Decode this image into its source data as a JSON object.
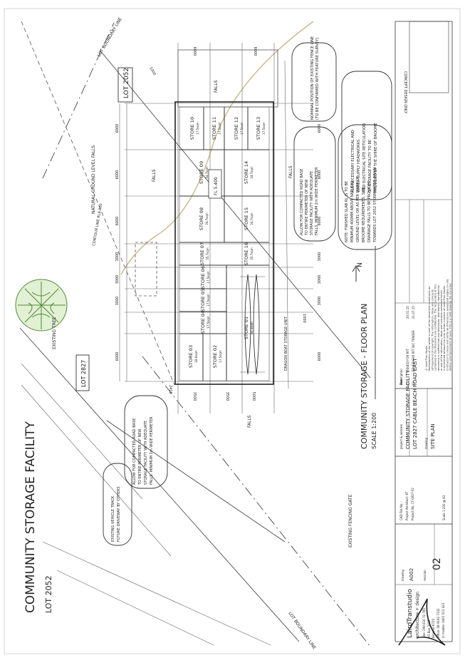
{
  "sheet": {
    "title": "COMMUNITY STORAGE FACILITY",
    "lot": "LOT 2052",
    "concept": "CONCEPT DESIGN ONLY"
  },
  "plan": {
    "title": "COMMUNITY STORAGE - FLOOR PLAN",
    "scale": "SCALE 1:200",
    "lot_2052": "LOT 2052",
    "lot_2827": "LOT 2827",
    "lot_boundary_1": "LOT BOUNDARY LINE",
    "lot_boundary_2": "LOT BOUNDARY LINE",
    "natural_ground": "NATURAL GROUND LEVEL FALLS",
    "contour": "CONTOUR LINE RL9.000",
    "existing_tree": "EXISTING TREE",
    "existing_gate": "EXISTING FENCING GATE",
    "dragon_boat": "DRAGON BOAT STORAGE UNIT",
    "falls": "FALLS",
    "fl": "FL 5.400",
    "north": "N"
  },
  "stores": [
    {
      "label": "STORE 10",
      "area": "17.5sqm"
    },
    {
      "label": "STORE 11",
      "area": "17.5sqm"
    },
    {
      "label": "STORE 12",
      "area": "17.5sqm"
    },
    {
      "label": "STORE 13",
      "area": "17.5sqm"
    },
    {
      "label": "STORE 09",
      "area": "34.7sqm"
    },
    {
      "label": "STORE 14",
      "area": "34.7sqm"
    },
    {
      "label": "STORE 08",
      "area": "34.7sqm"
    },
    {
      "label": "STORE 15",
      "area": "34.7sqm"
    },
    {
      "label": "STORE 07",
      "area": "35.7sqm"
    },
    {
      "label": "STORE 16",
      "area": "35.7sqm"
    },
    {
      "label": "STORE 06",
      "area": "17.5sqm"
    },
    {
      "label": "STORE 05",
      "area": "17.5sqm"
    },
    {
      "label": "STORE 04",
      "area": "17.5sqm"
    },
    {
      "label": "STORE 01",
      "area": "80.4sqm"
    },
    {
      "label": "STORE 03",
      "area": "28.6sqm"
    },
    {
      "label": "STORE 02",
      "area": "17.5sqm"
    }
  ],
  "notes": {
    "road_base_top": [
      "ALLOW FOR COMPACTED ROAD BASE",
      "TO ENTIRE PERIMETER OF NEW",
      "STORAGE FACILITY WITH ADEQUATE",
      "FALLS. MINIMUM 2m WIDE PERIMETER"
    ],
    "road_base_bottom": [
      "ALLOW FOR COMPACTED ROAD BASE",
      "TO ENTIRE PERIMETER OF NEW",
      "STORAGE FACILITY WITH ADEQUATE",
      "FALLS. MINIMUM 2m WIDE PERIMETER"
    ],
    "fence": [
      "NOMINAL POSITION OF EXISTING FENCE LINE",
      "(TO BE CONFIRMED WITH FEATURE SURVEY)"
    ],
    "electrical": [
      "ALL NECESSARY ELECTRICAL AND",
      "WATER SUPPLY HEADWORKS",
      "AND ELECTRICAL SITE RETICULATION",
      "OF STORAGE FACILITY TO BE",
      "PROVIDED BY THE SHIRE OF BROOME"
    ],
    "slab": [
      "NOTE: FINISHED SLAB RL IS TO BE",
      "MINIMUM 400MM ABOVE NATURAL",
      "GROUND LEVEL OR AS PER SHIRE OF",
      "BROOME REQUIREMENTS. SITE",
      "DRAINAGE FALLS TO BE PROVIDED",
      "TOWARDS LOT 2052 STORMWATER DRAIN"
    ],
    "track": [
      "EXISTING VEHICLE TRACK",
      "FUTURE DRIVEWAY BY OTHERS"
    ]
  },
  "dimensions": {
    "left": [
      "6000",
      "6000",
      "6000",
      "3000",
      "3000",
      "3000",
      "6000"
    ],
    "right": [
      "6000",
      "6000",
      "6000",
      "3000",
      "3000",
      "3000",
      "6000"
    ],
    "bottom": [
      "3500",
      "3500",
      "5000"
    ],
    "top": [
      "6000",
      "6000"
    ],
    "misc": [
      "2410",
      "1000",
      "1000"
    ]
  },
  "title_block": {
    "project_label": "project & address",
    "project": [
      "COMMUNITY STORAGE FACILITY",
      "LOT 2827 CABLE BEACH ROAD EAST"
    ],
    "drawing_label": "drawing",
    "drawing": "SITE PLAN",
    "rev_header": [
      "Rev",
      "Description",
      "Date"
    ],
    "rev_rows": [
      [
        "01",
        "ISSUED FOR RFT",
        "20.01.15"
      ],
      [
        "02",
        "ISSUED FOR RFT B/C TENDER",
        "21.07.15"
      ]
    ],
    "cad_no": "CAD File No. -",
    "project_architect": "Project Architect: KT",
    "project_no": "Project No. CT-0007-02",
    "scale": "Scale 1:200 @ A3",
    "copyright": [
      "© Laird Tran Studio",
      "Reproduction of the whole or part of the document constitutes an",
      "infringement of copyright. The information, ideas and concepts",
      "contained in this document are confidential. The recipient(s) of this",
      "document is notified that any disclosure, distribution, reproduction",
      "or use of the information, ideas and concepts contained herein",
      "is prohibited without the prior written consent of Laird Tran Studio.",
      "Contractor to check and verify all dimensions, levels and angles on site",
      "before commencement of work. This is a CAD drawing. Do not scale."
    ],
    "firm_name": "LairdTranstudio",
    "firm_sub": "architecture + design",
    "abn": "abn: 299 616 72 785",
    "po": "PO Box 3022",
    "city": "Broome 6725",
    "office": "office: 08 9192 7332",
    "mobile": "m mobile: 0401 513 423",
    "drawing_no_label": "drawing",
    "drawing_no": "A002",
    "revision_label": "revision",
    "revision": "02"
  },
  "colors": {
    "line": "#3a3a3a",
    "contour": "#c9b98a",
    "tree": "#4f8a35"
  }
}
